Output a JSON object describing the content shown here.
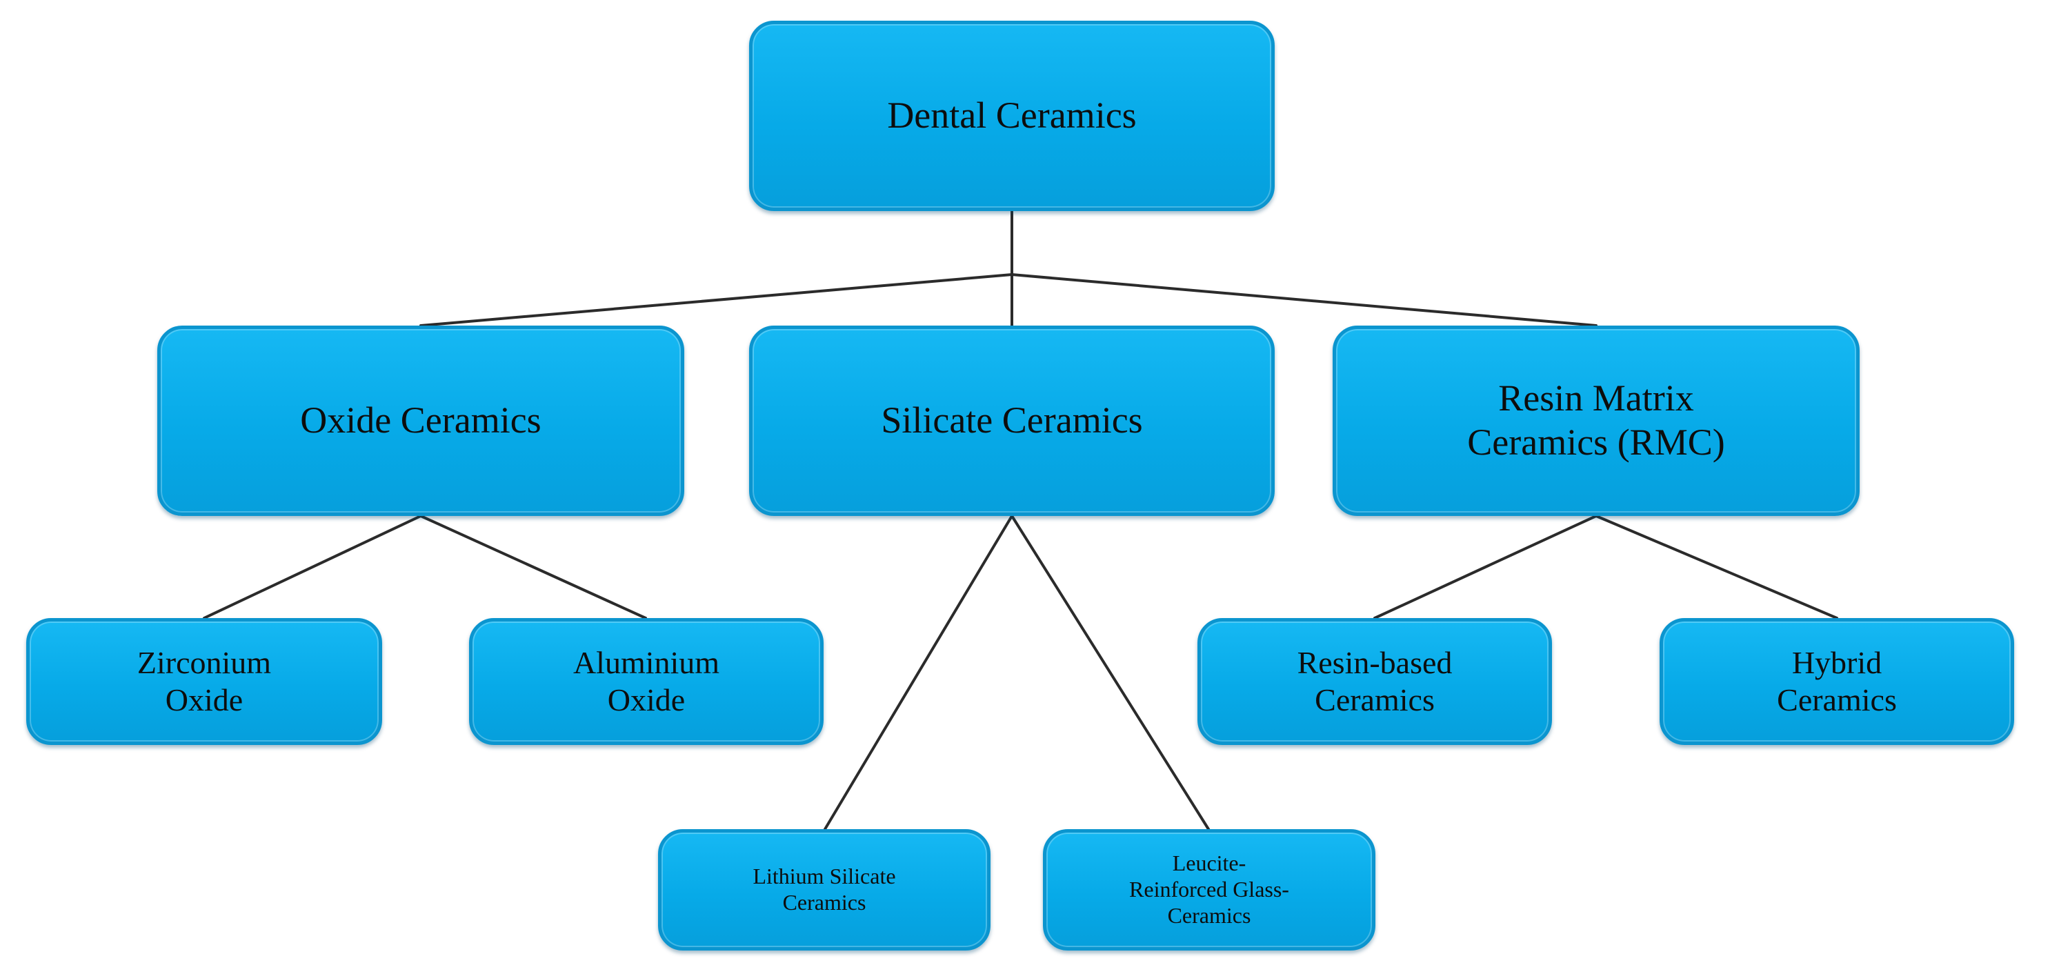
{
  "diagram": {
    "root": {
      "label": "Dental Ceramics"
    },
    "oxide": {
      "label": "Oxide Ceramics"
    },
    "silicate": {
      "label": "Silicate Ceramics"
    },
    "rmc": {
      "label": "Resin Matrix\nCeramics (RMC)"
    },
    "zirconium": {
      "label": "Zirconium\nOxide"
    },
    "aluminium": {
      "label": "Aluminium\nOxide"
    },
    "lithium": {
      "label": "Lithium Silicate\nCeramics"
    },
    "leucite": {
      "label": "Leucite-\nReinforced Glass-\nCeramics"
    },
    "resin_based": {
      "label": "Resin-based\nCeramics"
    },
    "hybrid": {
      "label": "Hybrid\nCeramics"
    }
  },
  "colors": {
    "node_fill": "#07aae8",
    "node_border": "#0b95cf",
    "connector": "#2b2b2b",
    "text": "#0d0d0d"
  }
}
